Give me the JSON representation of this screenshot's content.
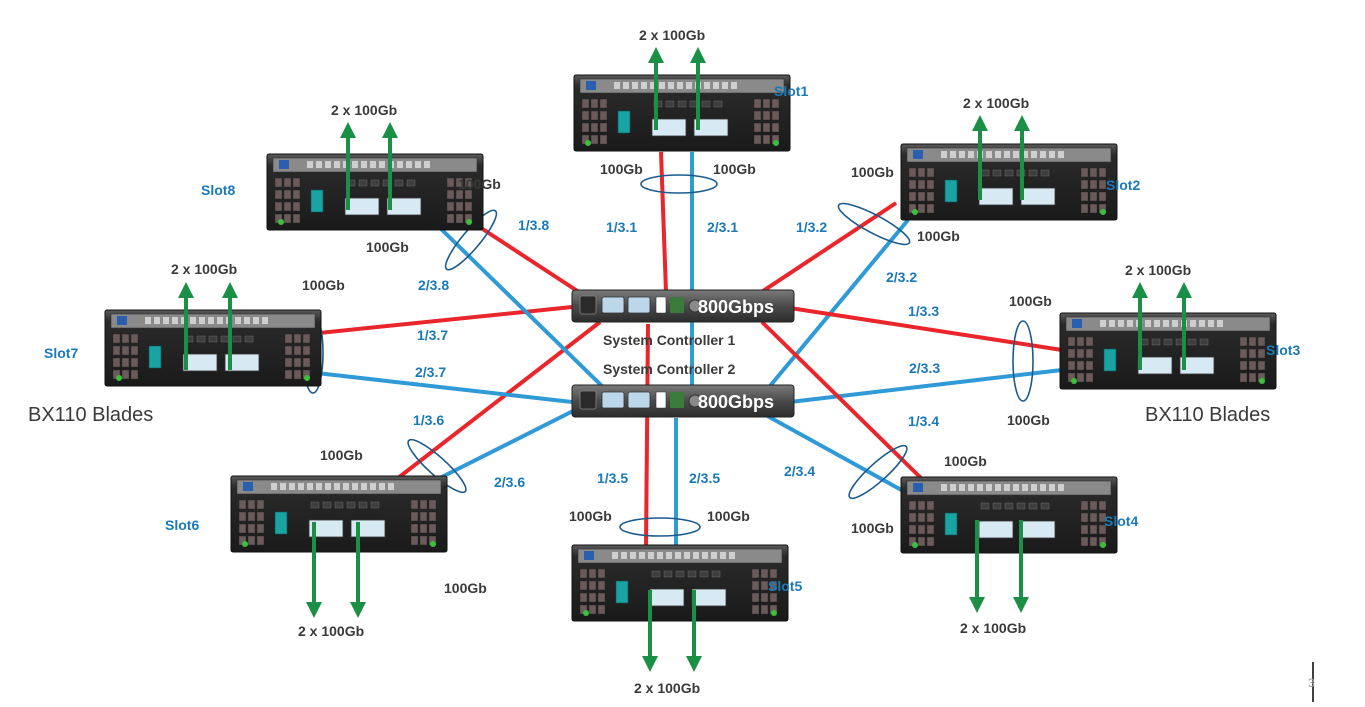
{
  "controllers": [
    {
      "id": "sc1",
      "label": "System Controller 1",
      "bandwidth": "800Gbps"
    },
    {
      "id": "sc2",
      "label": "System Controller 2",
      "bandwidth": "800Gbps"
    }
  ],
  "blade_group_label_left": "BX110 Blades",
  "blade_group_label_right": "BX110 Blades",
  "blades": [
    {
      "slot": "Slot1",
      "uplink": "2 x 100Gb",
      "link_a_speed": "100Gb",
      "link_b_speed": "100Gb",
      "port_sc1": "1/3.1",
      "port_sc2": "2/3.1"
    },
    {
      "slot": "Slot2",
      "uplink": "2 x 100Gb",
      "link_a_speed": "100Gb",
      "link_b_speed": "100Gb",
      "port_sc1": "1/3.2",
      "port_sc2": "2/3.2"
    },
    {
      "slot": "Slot3",
      "uplink": "2 x 100Gb",
      "link_a_speed": "100Gb",
      "link_b_speed": "100Gb",
      "port_sc1": "1/3.3",
      "port_sc2": "2/3.3"
    },
    {
      "slot": "Slot4",
      "uplink": "2 x 100Gb",
      "link_a_speed": "100Gb",
      "link_b_speed": "100Gb",
      "port_sc1": "1/3.4",
      "port_sc2": "2/3.4"
    },
    {
      "slot": "Slot5",
      "uplink": "2 x 100Gb",
      "link_a_speed": "100Gb",
      "link_b_speed": "100Gb",
      "port_sc1": "1/3.5",
      "port_sc2": "2/3.5"
    },
    {
      "slot": "Slot6",
      "uplink": "2 x 100Gb",
      "link_a_speed": "100Gb",
      "link_b_speed": "100Gb",
      "port_sc1": "1/3.6",
      "port_sc2": "2/3.6"
    },
    {
      "slot": "Slot7",
      "uplink": "2 x 100Gb",
      "link_a_speed": "100Gb",
      "link_b_speed": "",
      "port_sc1": "1/3.7",
      "port_sc2": "2/3.7"
    },
    {
      "slot": "Slot8",
      "uplink": "2 x 100Gb",
      "link_a_speed": "100Gb",
      "link_b_speed": "100Gb",
      "port_sc1": "1/3.8",
      "port_sc2": "2/3.8"
    }
  ],
  "colors": {
    "sc1_link": "#e8262b",
    "sc2_link": "#2f9ad6",
    "uplink_arrow": "#1b8f45",
    "slot_text": "#1a7ab8"
  },
  "page_number": "3"
}
